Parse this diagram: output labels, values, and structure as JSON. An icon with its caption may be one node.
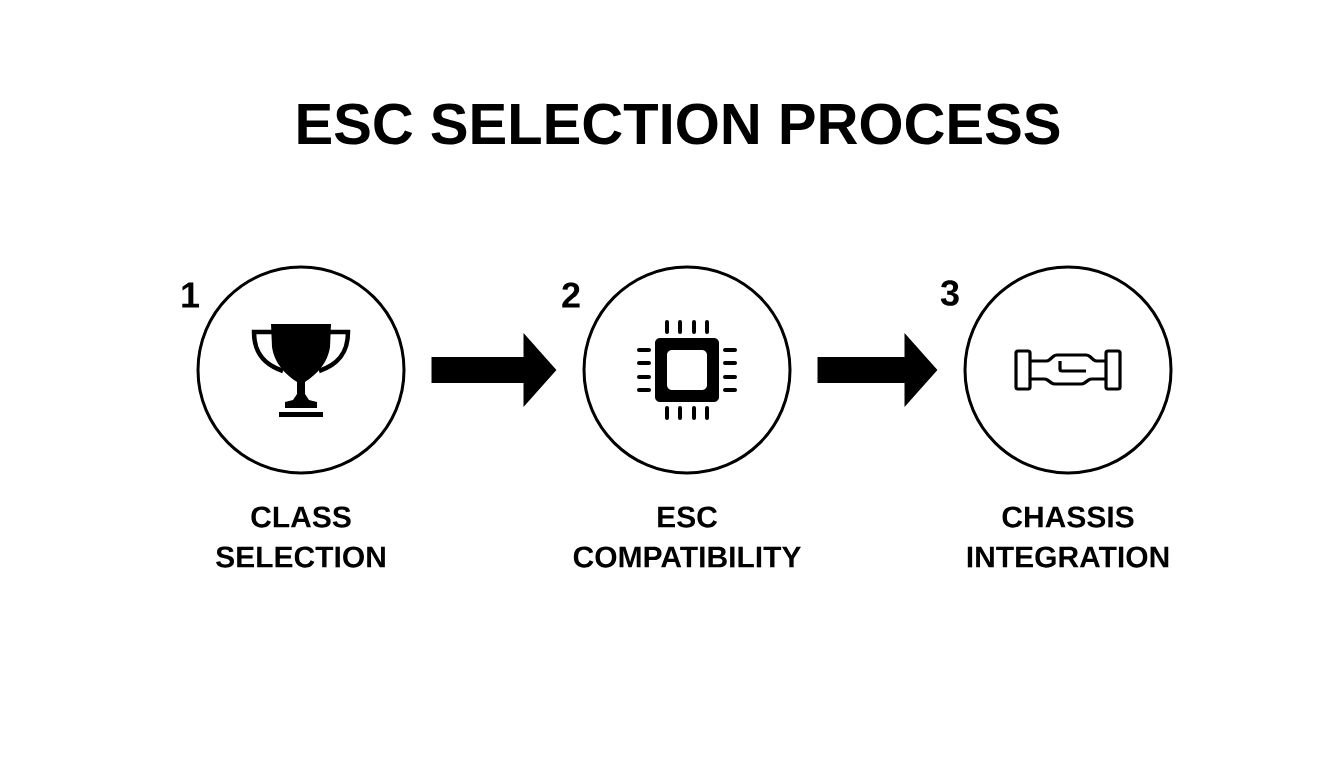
{
  "diagram": {
    "title": "ESC SELECTION PROCESS",
    "nodes": [
      {
        "text": [
          "CLASS SELECTION"
        ],
        "beside": [
          "1"
        ]
      },
      {
        "text": [
          "ESC COMPATIBILITY"
        ],
        "beside": [
          "2"
        ]
      },
      {
        "text": [
          "CHASSIS INTEGRATION"
        ],
        "beside": [
          "3"
        ]
      }
    ],
    "edges": [
      {
        "from": 0,
        "to": 1,
        "arrow": "to"
      },
      {
        "from": 1,
        "to": 2,
        "arrow": "to"
      }
    ]
  }
}
